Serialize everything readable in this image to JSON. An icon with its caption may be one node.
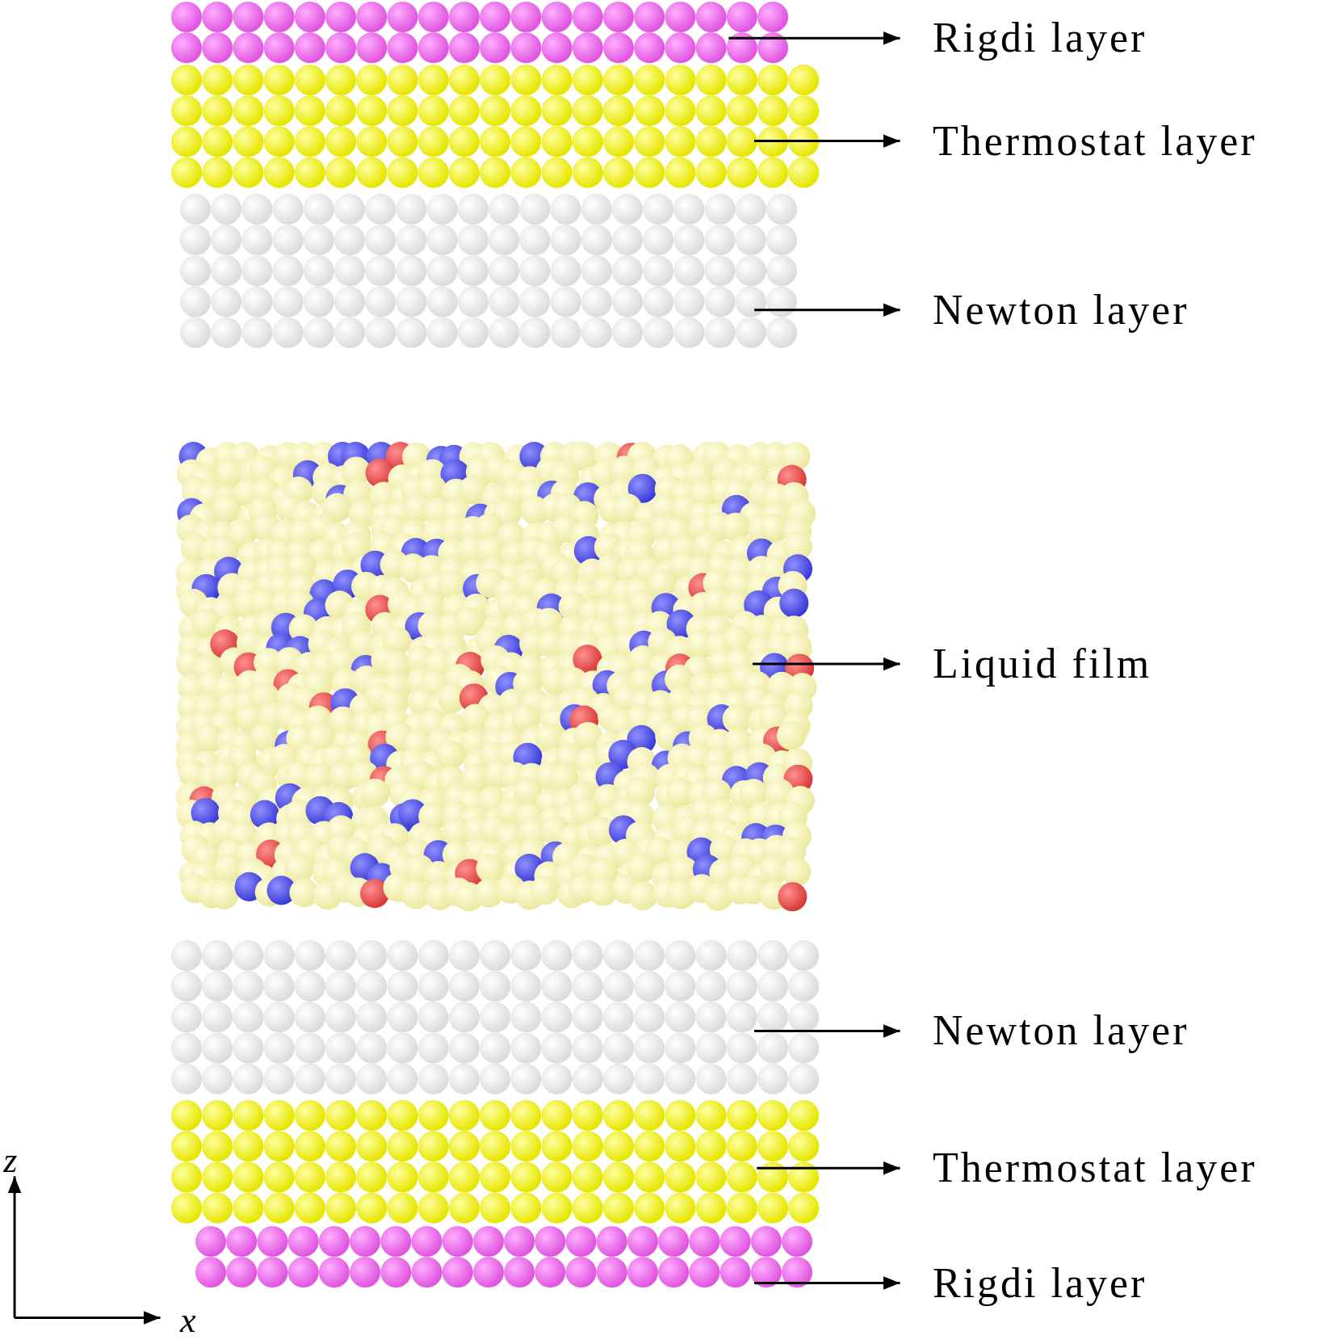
{
  "diagram": {
    "nodes": [
      {
        "text": [],
        "shape": "picture"
      },
      {
        "text": [
          "Rigdi layer"
        ]
      },
      {
        "text": [],
        "shape": "picture"
      },
      {
        "text": [
          "Thermostat layer"
        ]
      },
      {
        "text": [],
        "shape": "picture"
      },
      {
        "text": [
          "Newton layer"
        ]
      },
      {
        "text": [],
        "shape": "picture"
      },
      {
        "text": [
          "Liquid film"
        ]
      },
      {
        "text": [],
        "shape": "picture"
      },
      {
        "text": [
          "Newton layer"
        ]
      },
      {
        "text": [],
        "shape": "picture"
      },
      {
        "text": [
          "Thermostat layer"
        ]
      },
      {
        "text": [],
        "shape": "picture"
      },
      {
        "text": [
          "Rigdi layer"
        ]
      }
    ],
    "edges": [
      {
        "from": 0,
        "to": 1,
        "arrow": "to"
      },
      {
        "from": 2,
        "to": 3,
        "arrow": "to"
      },
      {
        "from": 4,
        "to": 5,
        "arrow": "to"
      },
      {
        "from": 6,
        "to": 7,
        "arrow": "to"
      },
      {
        "from": 8,
        "to": 9,
        "arrow": "to"
      },
      {
        "from": 10,
        "to": 11,
        "arrow": "to"
      },
      {
        "from": 12,
        "to": 13,
        "arrow": "to"
      }
    ],
    "labels": [
      "z",
      "x"
    ]
  }
}
